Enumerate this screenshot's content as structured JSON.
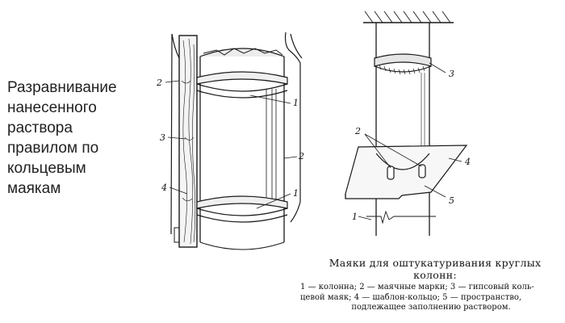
{
  "left_caption": {
    "lines": [
      "Разравнивание",
      "нанесенного",
      "раствора",
      "правилом по",
      "кольцевым",
      "маякам"
    ]
  },
  "left_figure": {
    "callouts": {
      "c2_left": "2",
      "c1_top": "1",
      "c3": "3",
      "c2_right": "2",
      "c4": "4",
      "c1_bottom": "1"
    }
  },
  "right_figure": {
    "callouts": {
      "c3": "3",
      "c2": "2",
      "c4": "4",
      "c5": "5",
      "c1": "1"
    }
  },
  "figure_caption": {
    "title_line1": "Маяки для оштукатуривания круглых",
    "title_line2": "колонн:",
    "legend_line1": "1 — колонна; 2 — маячные марки; 3 — гипсовый коль-",
    "legend_line2": "цевой маяк; 4 — шаблон-кольцо; 5 — пространство,",
    "legend_line3": "подлежащее заполнению раствором."
  },
  "colors": {
    "ink": "#1a1a1a",
    "background": "#ffffff"
  }
}
